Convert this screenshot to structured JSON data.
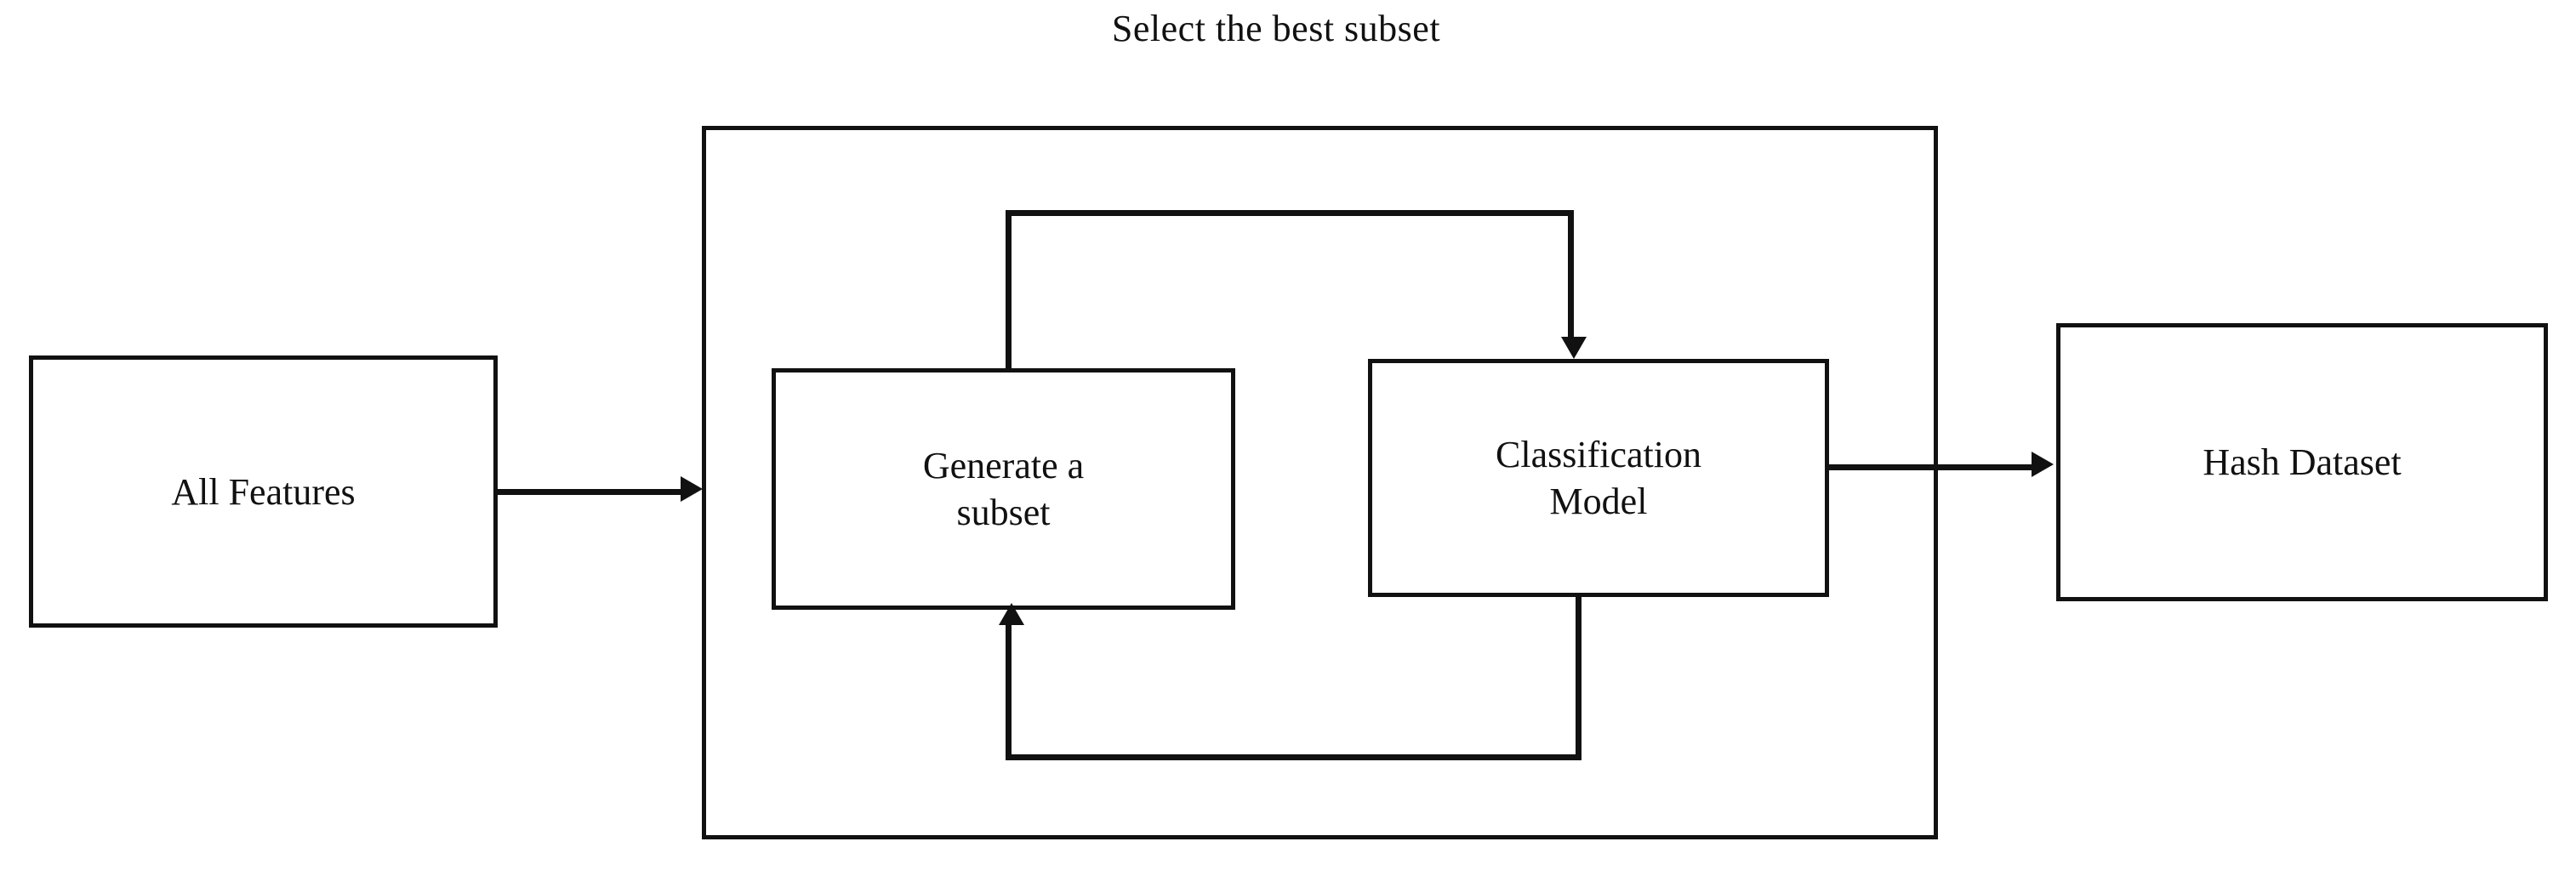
{
  "diagram": {
    "title": "Select the best subset",
    "nodes": {
      "all_features": "All Features",
      "generate_subset": "Generate a\nsubset",
      "classification_model": "Classification\nModel",
      "hash_dataset": "Hash Dataset"
    },
    "container_label": "",
    "edges": [
      {
        "from": "All Features",
        "to": "Select the best subset",
        "style": "arrow-right"
      },
      {
        "from": "Generate a subset",
        "to": "Classification Model",
        "style": "feedback-top"
      },
      {
        "from": "Classification Model",
        "to": "Generate a subset",
        "style": "feedback-bottom"
      },
      {
        "from": "Select the best subset",
        "to": "Hash Dataset",
        "style": "arrow-right"
      }
    ],
    "colors": {
      "stroke": "#111111",
      "background": "#ffffff",
      "text": "#111111"
    }
  }
}
